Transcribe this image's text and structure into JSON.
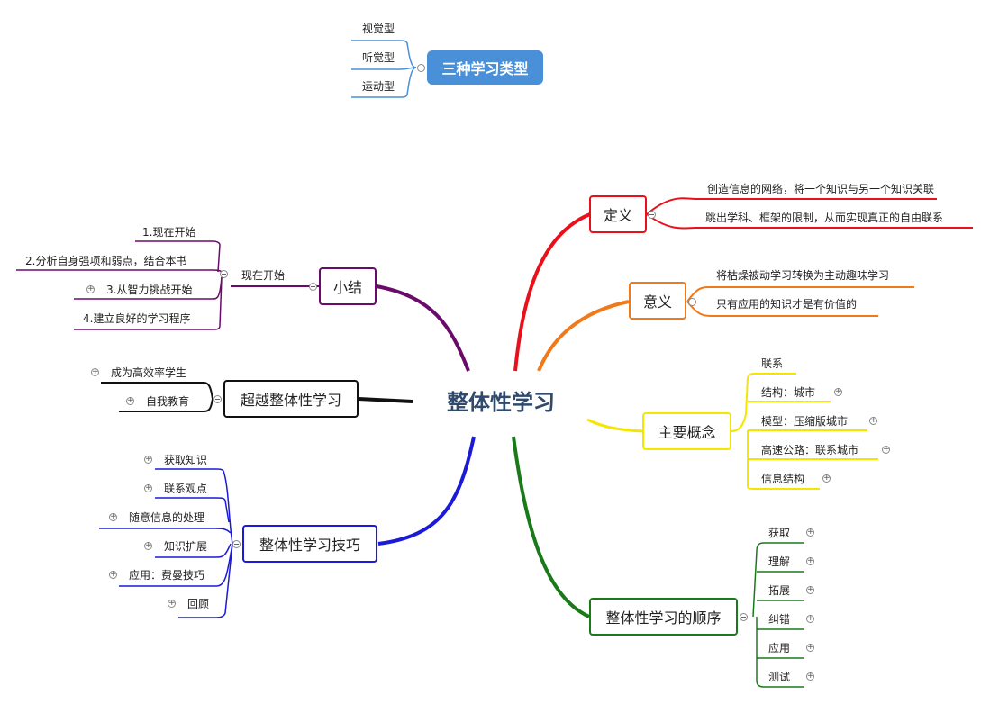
{
  "center": {
    "label": "整体性学习"
  },
  "types": {
    "label": "三种学习类型",
    "items": [
      "视觉型",
      "听觉型",
      "运动型"
    ]
  },
  "definition": {
    "label": "定义",
    "items": [
      "创造信息的网络，将一个知识与另一个知识关联",
      "跳出学科、框架的限制，从而实现真正的自由联系"
    ],
    "color": "#e8101a"
  },
  "meaning": {
    "label": "意义",
    "items": [
      "将枯燥被动学习转换为主动趣味学习",
      "只有应用的知识才是有价值的"
    ],
    "color": "#f07a1a"
  },
  "concepts": {
    "label": "主要概念",
    "items": [
      "联系",
      "结构：城市",
      "模型：压缩版城市",
      "高速公路：联系城市",
      "信息结构"
    ],
    "color": "#f5e600"
  },
  "order": {
    "label": "整体性学习的顺序",
    "items": [
      "获取",
      "理解",
      "拓展",
      "纠错",
      "应用",
      "测试"
    ],
    "color": "#1a7a1a"
  },
  "summary": {
    "label": "小结",
    "sub": "现在开始",
    "items": [
      "1.现在开始",
      "2.分析自身强项和弱点，结合本书",
      "3.从智力挑战开始",
      "4.建立良好的学习程序"
    ],
    "color": "#6a0a6a"
  },
  "beyond": {
    "label": "超越整体性学习",
    "items": [
      "成为高效率学生",
      "自我教育"
    ],
    "color": "#111111"
  },
  "skills": {
    "label": "整体性学习技巧",
    "items": [
      "获取知识",
      "联系观点",
      "随意信息的处理",
      "知识扩展",
      "应用：费曼技巧",
      "回顾"
    ],
    "color": "#1a1ad8"
  }
}
